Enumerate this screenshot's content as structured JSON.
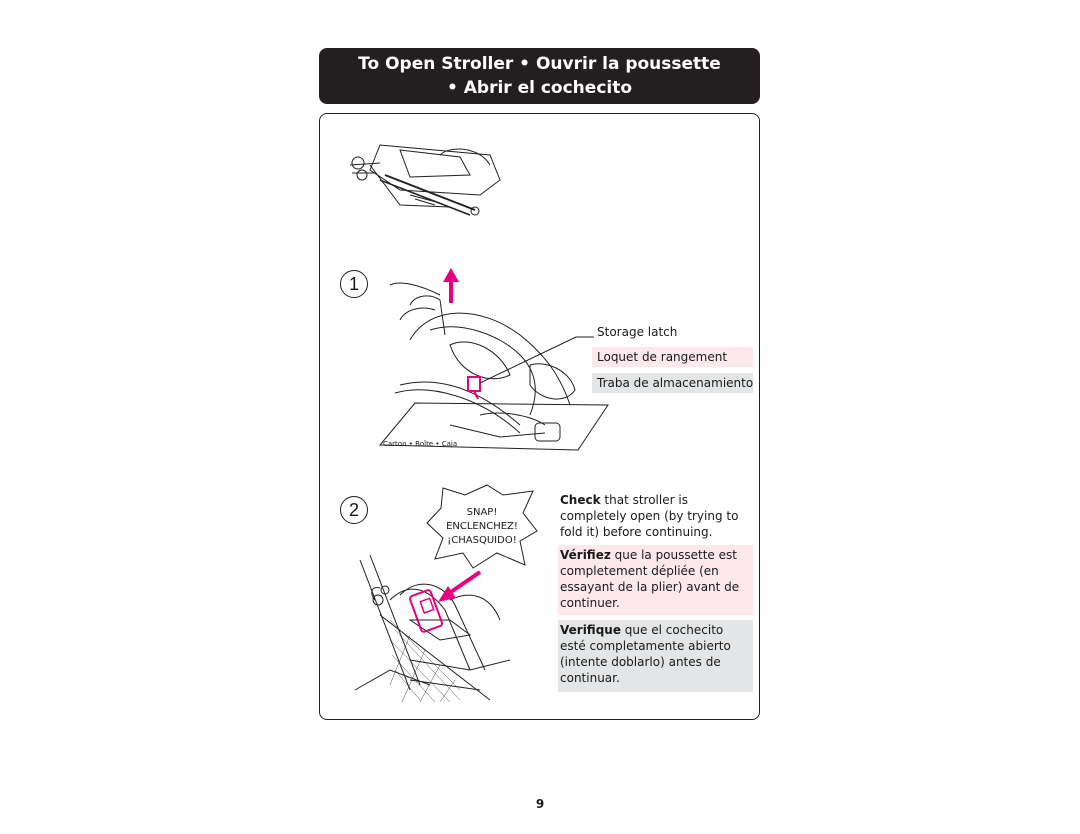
{
  "title": {
    "line1": "To Open Stroller  •  Ouvrir la poussette",
    "line2": "•  Abrir el cochecito"
  },
  "step1": {
    "number": "1",
    "labels": {
      "en": "Storage latch",
      "fr": "Loquet de rangement",
      "es": "Traba de almacenamiento"
    },
    "carton_caption": "Carton  •  Boîte  •  Caja"
  },
  "step2": {
    "number": "2",
    "snap": {
      "en": "SNAP!",
      "fr": "ENCLENCHEZ!",
      "es": "¡CHASQUIDO!"
    },
    "en": {
      "bold": "Check",
      "text": " that stroller is completely open (by trying to fold it) before continuing."
    },
    "fr": {
      "bold": "Vérifiez",
      "text": " que la poussette est completement dépliée (en essayant de la plier) avant de continuer."
    },
    "es": {
      "bold": "Verifique",
      "text": " que el cochecito esté completamente abierto (intente doblarlo) antes de continuar."
    }
  },
  "page_number": "9",
  "colors": {
    "title_bg": "#231f20",
    "accent_magenta": "#e6007e",
    "french_bg": "#fde8ee",
    "spanish_bg": "#e4e5e6"
  }
}
